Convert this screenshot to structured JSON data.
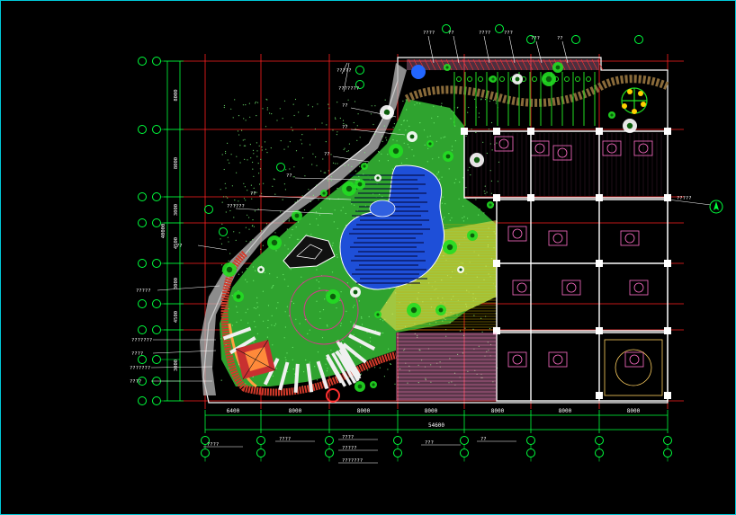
{
  "colors": {
    "background": "#000000",
    "frame": "#00c8d8",
    "gridline": "#ff2020",
    "dimension": "#00ff3c",
    "label_text": "#ffffff",
    "lawn": "#2fa32f",
    "lawn_dots": "#7dff7d",
    "pond": "#1e4fd8",
    "pond_lines": "#000030",
    "wood_deck": "#ffe650",
    "paving": "#ff9ad1",
    "building_lines": "#ff6ec7",
    "walls": "#ffffff",
    "path_gravel": "#d8d8d8",
    "planter_red": "#d23a2a",
    "tree_green": "#22dd22"
  },
  "dimensions_horizontal": [
    "6400",
    "8000",
    "8000",
    "8000",
    "8000",
    "8000",
    "8000"
  ],
  "dimension_total_horizontal": "54600",
  "dimensions_vertical": [
    "8000",
    "8000",
    "3000",
    "4500",
    "3000",
    "4500",
    "3000",
    "8000"
  ],
  "dimension_total_vertical": "40000",
  "bottom_notes": [
    "????",
    "????",
    "????",
    "?????",
    "???????",
    "???",
    "??"
  ],
  "left_notes": [
    "?????",
    "???????",
    "????",
    "???????",
    "????",
    "??"
  ],
  "middle_notes": [
    "??",
    "??",
    "??",
    "??????",
    "??",
    "??"
  ],
  "top_notes": [
    "????",
    "??",
    "????",
    "???",
    "???",
    "??",
    "?????",
    "???????"
  ],
  "right_notes": [
    "?????"
  ],
  "icons": {
    "axis_bubble": "axis-bubble-icon",
    "north_compass": "compass-icon",
    "tree": "tree-symbol-icon",
    "shrub": "shrub-symbol-icon"
  }
}
